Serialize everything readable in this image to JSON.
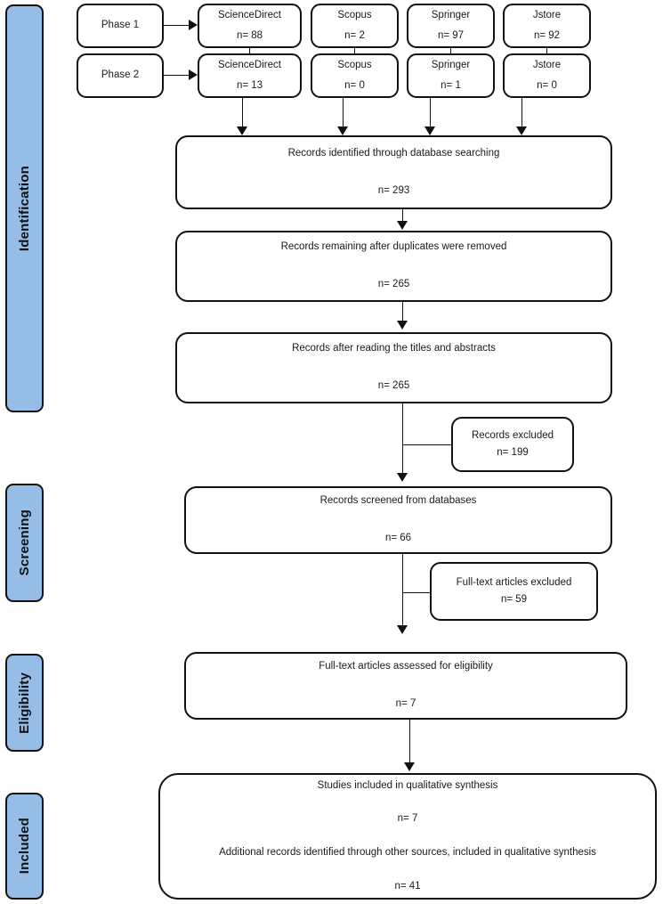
{
  "diagram": {
    "title": "PRISMA flow diagram",
    "accent_color": "#95BDE6",
    "line_color": "#111111",
    "box_fill": "#ffffff"
  },
  "stages": [
    {
      "label": "Identification"
    },
    {
      "label": "Screening"
    },
    {
      "label": "Eligibility"
    },
    {
      "label": "Included"
    }
  ],
  "phases": [
    {
      "label": "Phase 1"
    },
    {
      "label": "Phase 2"
    }
  ],
  "sources": {
    "phase1": [
      {
        "name": "ScienceDirect",
        "count": "n= 88"
      },
      {
        "name": "Scopus",
        "count": "n= 2"
      },
      {
        "name": "Springer",
        "count": "n= 97"
      },
      {
        "name": "Jstore",
        "count": "n= 92"
      }
    ],
    "phase2": [
      {
        "name": "ScienceDirect",
        "count": "n= 13"
      },
      {
        "name": "Scopus",
        "count": "n= 0"
      },
      {
        "name": "Springer",
        "count": "n= 1"
      },
      {
        "name": "Jstore",
        "count": "n= 0"
      }
    ]
  },
  "flow": [
    {
      "title": "Records identified through database searching",
      "count": "n= 293"
    },
    {
      "title": "Records remaining after duplicates were removed",
      "count": "n= 265"
    },
    {
      "title": "Records after reading the titles and abstracts",
      "count": "n= 265"
    },
    {
      "title": "Records screened from databases",
      "count": "n= 66"
    },
    {
      "title": "Full-text articles assessed for eligibility",
      "count": "n= 7"
    }
  ],
  "exclusions": [
    {
      "title": "Records excluded",
      "count": "n= 199"
    },
    {
      "title": "Full-text articles excluded",
      "count": "n= 59"
    }
  ],
  "included": {
    "line1": "Studies included in qualitative synthesis",
    "line2": "n= 7",
    "line3": "Additional records identified through other sources, included in qualitative synthesis",
    "line4": "n= 41"
  },
  "chart_data": {
    "type": "diagram",
    "title": "PRISMA flow diagram",
    "nodes": [
      {
        "id": "phase1",
        "label": "Phase 1",
        "stage": "Identification"
      },
      {
        "id": "phase2",
        "label": "Phase 2",
        "stage": "Identification"
      },
      {
        "id": "sd1",
        "label": "ScienceDirect",
        "value": 88,
        "stage": "Identification"
      },
      {
        "id": "sc1",
        "label": "Scopus",
        "value": 2,
        "stage": "Identification"
      },
      {
        "id": "sp1",
        "label": "Springer",
        "value": 97,
        "stage": "Identification"
      },
      {
        "id": "js1",
        "label": "Jstore",
        "value": 92,
        "stage": "Identification"
      },
      {
        "id": "sd2",
        "label": "ScienceDirect",
        "value": 13,
        "stage": "Identification"
      },
      {
        "id": "sc2",
        "label": "Scopus",
        "value": 0,
        "stage": "Identification"
      },
      {
        "id": "sp2",
        "label": "Springer",
        "value": 1,
        "stage": "Identification"
      },
      {
        "id": "js2",
        "label": "Jstore",
        "value": 0,
        "stage": "Identification"
      },
      {
        "id": "identified",
        "label": "Records identified through database searching",
        "value": 293,
        "stage": "Identification"
      },
      {
        "id": "dedup",
        "label": "Records remaining after duplicates were removed",
        "value": 265,
        "stage": "Identification"
      },
      {
        "id": "titles",
        "label": "Records after reading the titles and abstracts",
        "value": 265,
        "stage": "Identification"
      },
      {
        "id": "excluded1",
        "label": "Records excluded",
        "value": 199,
        "stage": "Screening"
      },
      {
        "id": "screened",
        "label": "Records screened from databases",
        "value": 66,
        "stage": "Screening"
      },
      {
        "id": "excluded2",
        "label": "Full-text articles excluded",
        "value": 59,
        "stage": "Screening"
      },
      {
        "id": "eligible",
        "label": "Full-text articles assessed for eligibility",
        "value": 7,
        "stage": "Eligibility"
      },
      {
        "id": "included",
        "label": "Studies included in qualitative synthesis",
        "value": 7,
        "stage": "Included"
      },
      {
        "id": "additional",
        "label": "Additional records identified through other sources, included in qualitative synthesis",
        "value": 41,
        "stage": "Included"
      }
    ],
    "edges": [
      {
        "from": "phase1",
        "to": "sd1"
      },
      {
        "from": "phase2",
        "to": "sd2"
      },
      {
        "from": "sd1",
        "to": "sd2"
      },
      {
        "from": "sc1",
        "to": "sc2"
      },
      {
        "from": "sp1",
        "to": "sp2"
      },
      {
        "from": "js1",
        "to": "js2"
      },
      {
        "from": "sd2",
        "to": "identified"
      },
      {
        "from": "sc2",
        "to": "identified"
      },
      {
        "from": "sp2",
        "to": "identified"
      },
      {
        "from": "js2",
        "to": "identified"
      },
      {
        "from": "identified",
        "to": "dedup"
      },
      {
        "from": "dedup",
        "to": "titles"
      },
      {
        "from": "titles",
        "to": "screened"
      },
      {
        "from": "titles",
        "to": "excluded1"
      },
      {
        "from": "screened",
        "to": "eligible"
      },
      {
        "from": "screened",
        "to": "excluded2"
      },
      {
        "from": "eligible",
        "to": "included"
      }
    ]
  }
}
